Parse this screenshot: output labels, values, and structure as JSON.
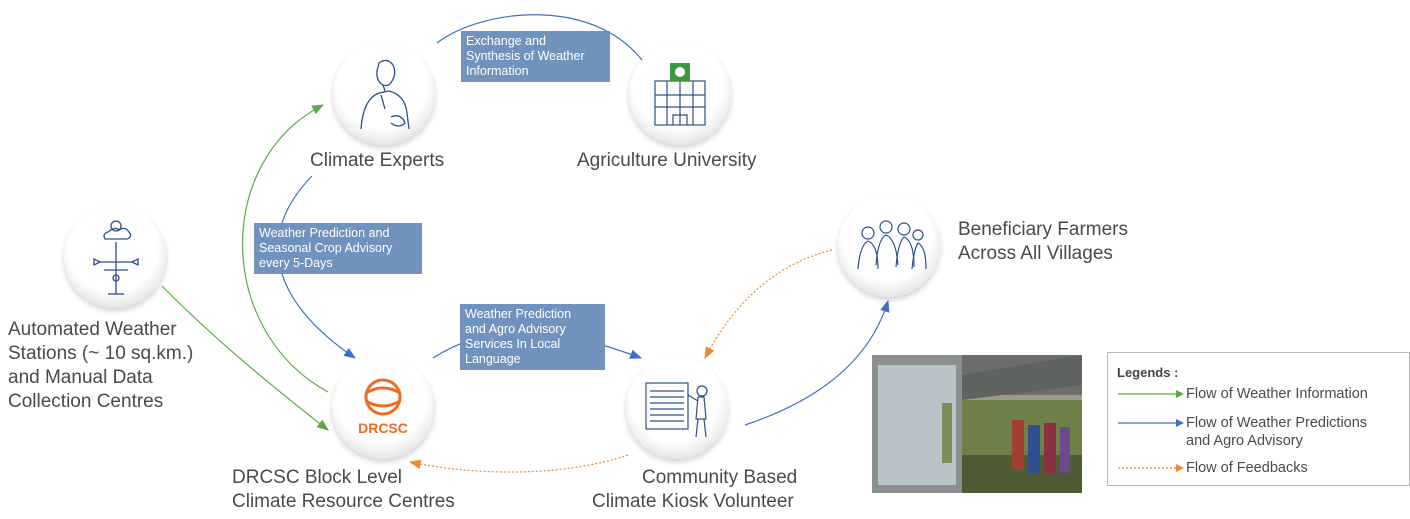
{
  "nodes": {
    "aws": {
      "label_lines": [
        "Automated Weather",
        "Stations (~ 10 sq.km.)",
        "and Manual Data",
        "Collection Centres"
      ]
    },
    "experts": {
      "label_lines": [
        "Climate Experts"
      ]
    },
    "university": {
      "label_lines": [
        "Agriculture University"
      ]
    },
    "drcsc": {
      "label_lines": [
        "DRCSC Block Level",
        "Climate Resource Centres"
      ],
      "logo_text": "DRCSC"
    },
    "kiosk": {
      "label_lines": [
        "Community Based",
        "Climate Kiosk Volunteer"
      ]
    },
    "farmers": {
      "label_lines": [
        "Beneficiary Farmers",
        "Across All Villages"
      ]
    }
  },
  "boxes": {
    "exchange": [
      "Exchange and",
      "Synthesis of Weather",
      "Information"
    ],
    "prediction_5days": [
      "Weather Prediction and",
      "Seasonal Crop Advisory",
      "every 5-Days"
    ],
    "agro_advisory": [
      "Weather Prediction",
      "and Agro Advisory",
      "Services In Local",
      "Language"
    ]
  },
  "legend": {
    "title": "Legends :",
    "items": [
      {
        "lines": [
          "Flow of Weather Information"
        ],
        "color": "#5aaa46",
        "style": "solid"
      },
      {
        "lines": [
          "Flow of Weather Predictions",
          "and Agro Advisory"
        ],
        "color": "#3d6fc7",
        "style": "solid"
      },
      {
        "lines": [
          "Flow of  Feedbacks"
        ],
        "color": "#ee8a2c",
        "style": "dotted"
      }
    ]
  },
  "colors": {
    "weather_info": "#5aaa46",
    "predictions": "#3d6fc7",
    "feedback": "#ee8a2c",
    "box_fill": "#6f93bd",
    "drcsc_orange": "#f06a22",
    "university_green": "#3f9a3f"
  }
}
